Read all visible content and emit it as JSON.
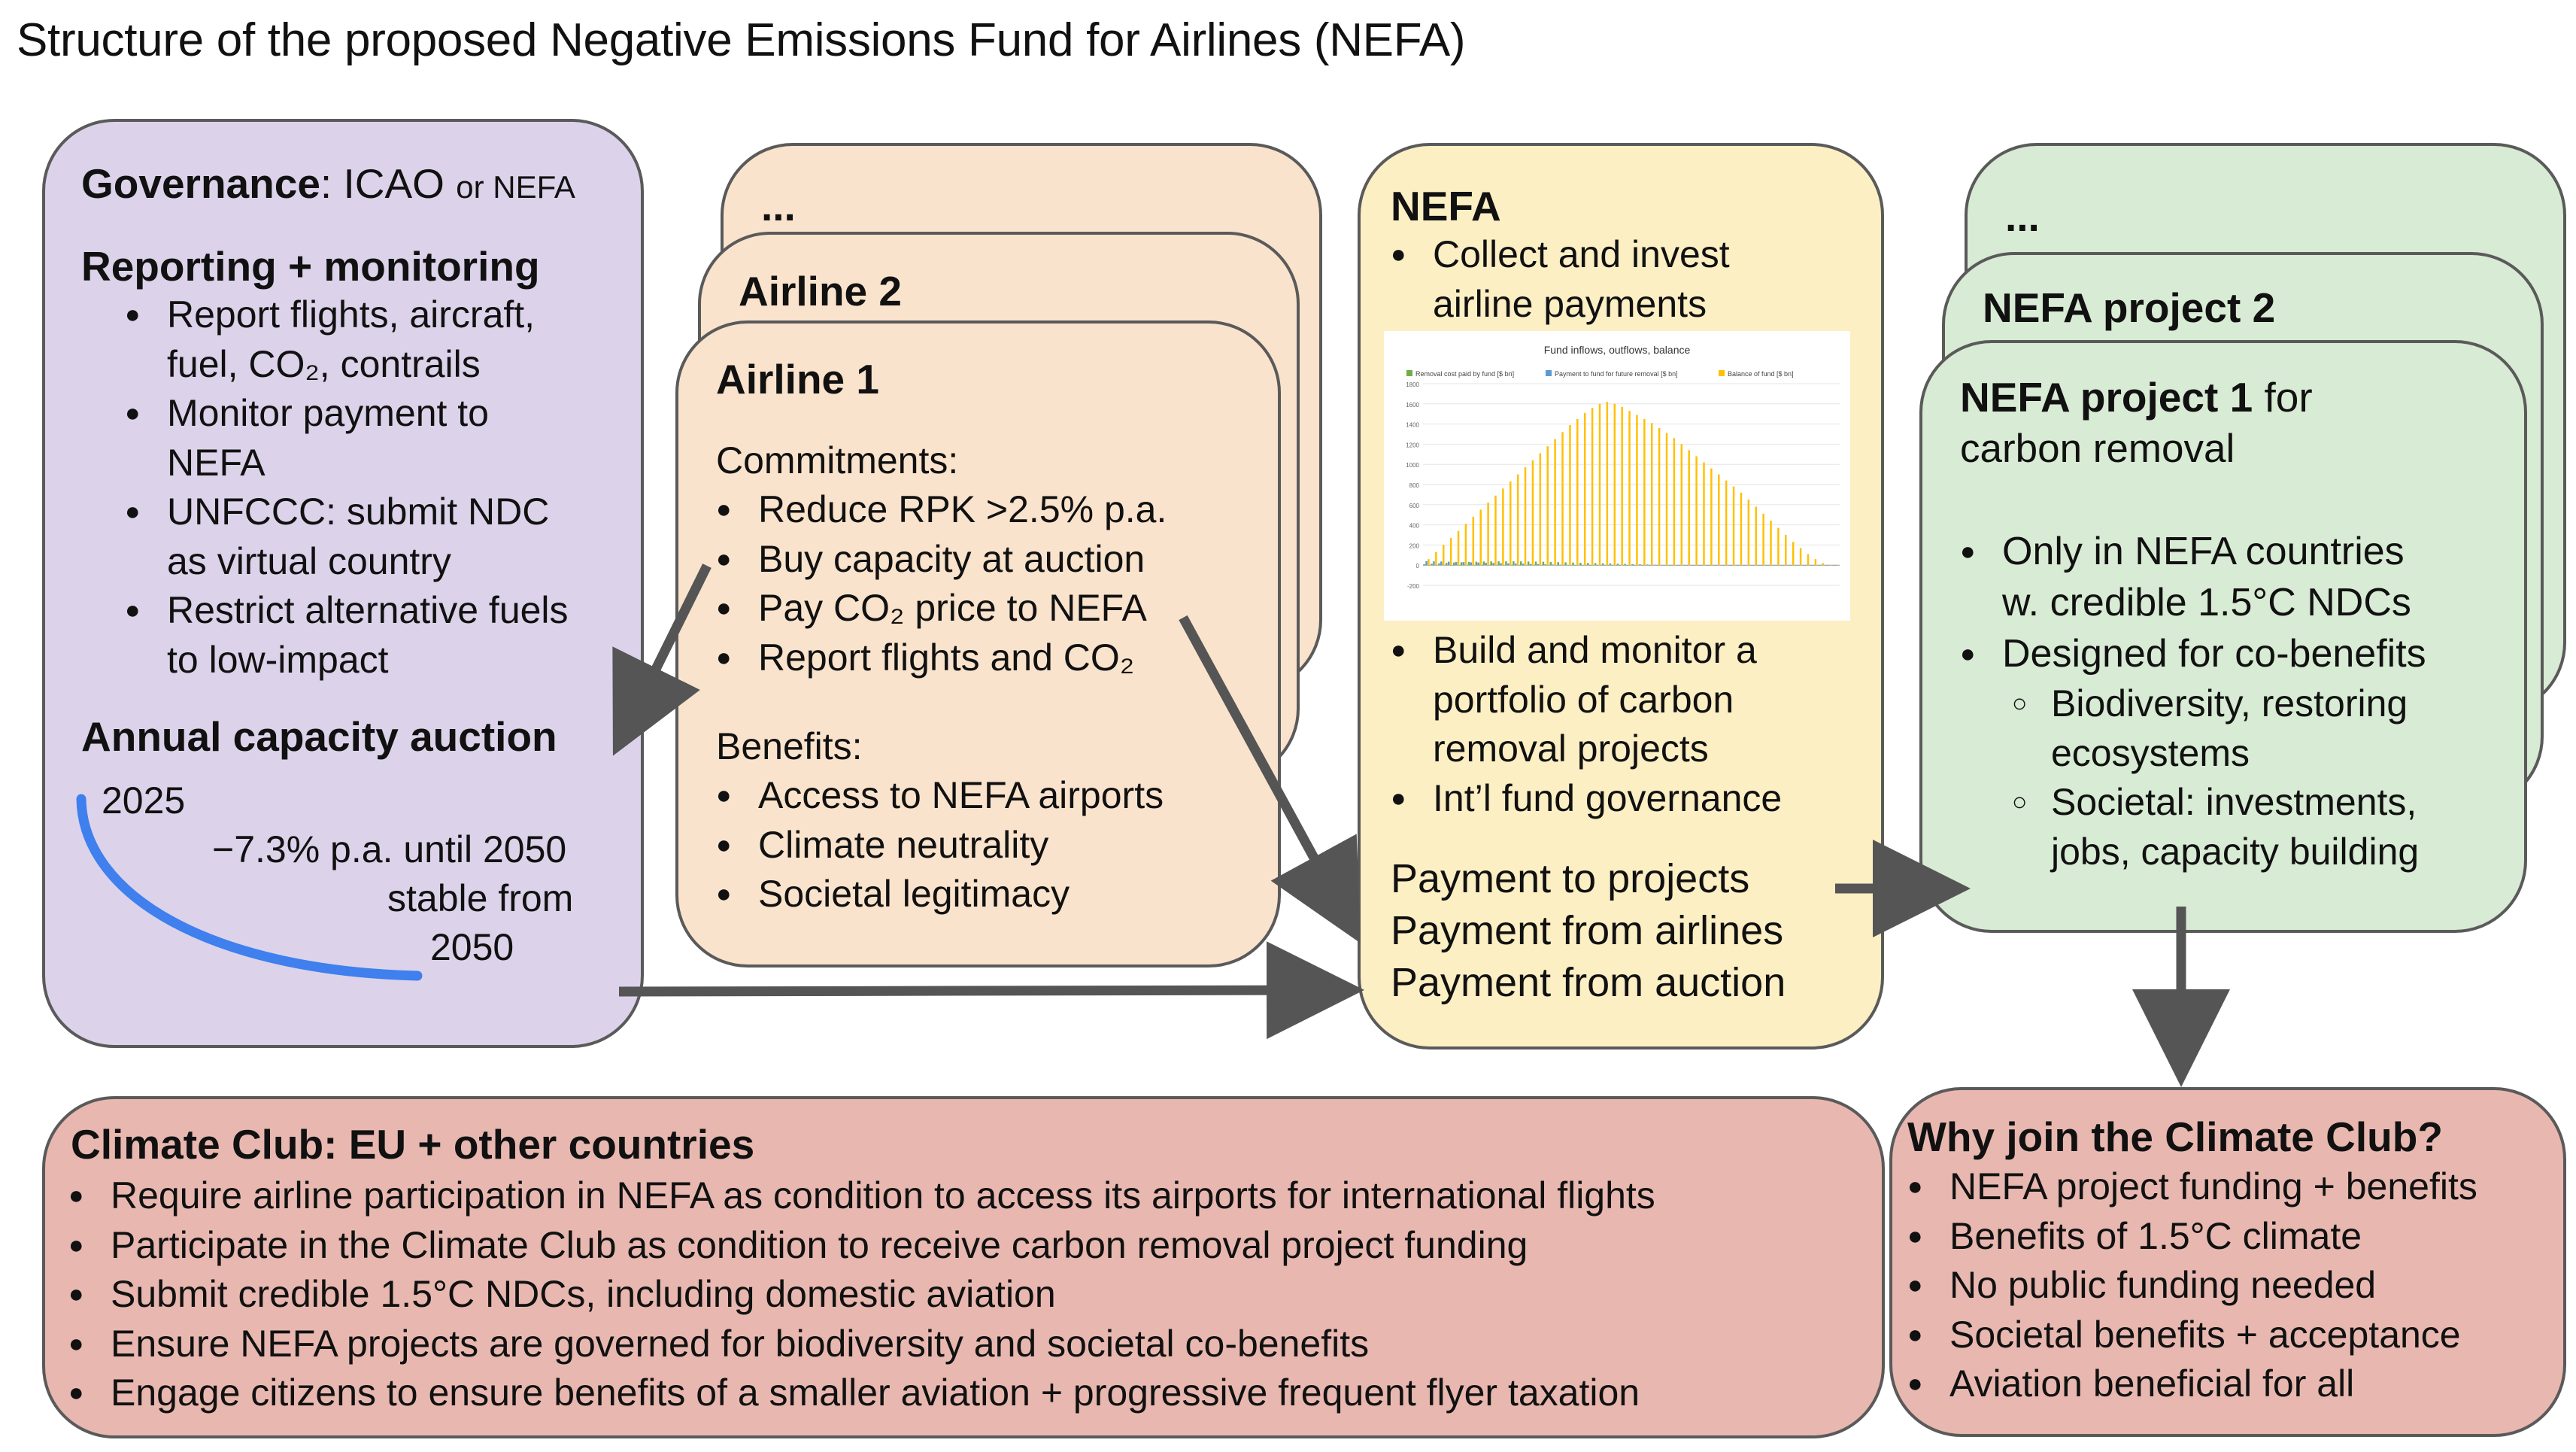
{
  "title": "Structure of the proposed Negative Emissions Fund for Airlines (NEFA)",
  "governance": {
    "heading_bold": "Governance",
    "heading_colon": ": ICAO ",
    "heading_or": "or NEFA",
    "reporting_title": "Reporting + monitoring",
    "items": [
      [
        "Report flights, aircraft,",
        "fuel, CO₂, contrails"
      ],
      [
        "Monitor payment to",
        "NEFA"
      ],
      [
        "UNFCCC: submit NDC",
        "as virtual country"
      ],
      [
        "Restrict alternative fuels",
        "to low-impact"
      ]
    ],
    "auction_title": "Annual capacity auction",
    "curve_start": "2025",
    "curve_rate": "−7.3% p.a. until 2050",
    "curve_stable": "stable from",
    "curve_end": "2050"
  },
  "airlines": {
    "back_title": "...",
    "middle_title": "Airline 2",
    "front_title": "Airline 1",
    "commitments_title": "Commitments:",
    "commitments": [
      "Reduce RPK >2.5% p.a.",
      "Buy capacity at auction",
      "Pay CO₂ price to NEFA",
      "Report flights and CO₂"
    ],
    "benefits_title": "Benefits:",
    "benefits": [
      "Access to NEFA airports",
      "Climate neutrality",
      "Societal legitimacy"
    ]
  },
  "nefa": {
    "title": "NEFA",
    "item1": [
      "Collect and invest",
      "airline payments"
    ],
    "items": [
      [
        "Build and monitor a",
        "portfolio of carbon",
        "removal projects"
      ],
      [
        "Int’l fund governance"
      ]
    ],
    "payments": [
      "Payment to projects",
      "Payment from airlines",
      "Payment from auction"
    ]
  },
  "chart_data": {
    "type": "bar",
    "title": "Fund inflows, outflows, balance",
    "series": [
      {
        "name": "Removal cost paid by fund [$ bn]",
        "color": "#70ad47",
        "values": [
          10,
          14,
          18,
          22,
          26,
          29,
          32,
          34,
          36,
          37,
          38,
          38,
          38,
          37,
          36,
          35,
          34,
          32,
          30,
          28,
          26,
          24,
          22,
          20,
          18,
          16,
          14,
          12,
          10,
          8,
          6,
          4,
          2,
          0,
          0,
          0,
          0,
          0,
          0,
          0,
          0,
          0,
          0,
          0,
          0,
          0,
          0,
          0,
          0,
          0,
          0,
          0,
          0,
          0,
          0,
          0
        ]
      },
      {
        "name": "Payment to fund for future removal [$ bn]",
        "color": "#5b9bd5",
        "values": [
          40,
          38,
          36,
          34,
          32,
          30,
          28,
          26,
          24,
          22,
          20,
          18,
          16,
          14,
          12,
          10,
          8,
          6,
          4,
          2,
          0,
          0,
          0,
          0,
          0,
          0,
          0,
          0,
          0,
          0,
          0,
          0,
          0,
          0,
          0,
          0,
          0,
          0,
          0,
          0,
          0,
          0,
          0,
          0,
          0,
          0,
          0,
          0,
          0,
          0,
          0,
          0,
          0,
          0,
          0,
          0
        ]
      },
      {
        "name": "Balance of fund [$ bn]",
        "color": "#ffc000",
        "values": [
          60,
          130,
          200,
          270,
          340,
          410,
          480,
          550,
          620,
          690,
          760,
          830,
          900,
          970,
          1040,
          1110,
          1180,
          1250,
          1320,
          1390,
          1450,
          1510,
          1560,
          1600,
          1620,
          1600,
          1570,
          1530,
          1490,
          1450,
          1410,
          1360,
          1310,
          1260,
          1200,
          1140,
          1080,
          1020,
          960,
          900,
          840,
          780,
          720,
          650,
          580,
          510,
          440,
          370,
          300,
          230,
          170,
          110,
          60,
          20,
          0,
          0
        ]
      }
    ],
    "ylim": [
      -200,
      1800
    ],
    "yticks": [
      "1800",
      "1600",
      "1400",
      "1200",
      "1000",
      "800",
      "600",
      "400",
      "200",
      "0",
      "-200"
    ]
  },
  "projects": {
    "back_title": "...",
    "middle_title": "NEFA project 2",
    "front_title_bold": "NEFA project 1",
    "front_title_rest": " for",
    "front_title_line2": "carbon removal",
    "items": [
      [
        "Only in NEFA countries",
        "w. credible 1.5°C NDCs"
      ],
      [
        "Designed for co-benefits"
      ]
    ],
    "subitems": [
      [
        "Biodiversity, restoring",
        "ecosystems"
      ],
      [
        "Societal: investments,",
        "jobs, capacity building"
      ]
    ]
  },
  "climate_club": {
    "title": "Climate Club: EU + other countries",
    "items": [
      "Require airline participation in NEFA as condition to access its airports for international flights",
      "Participate in the Climate Club as condition to receive carbon removal project funding",
      "Submit credible 1.5°C NDCs, including domestic aviation",
      "Ensure NEFA projects are governed for biodiversity and societal co-benefits",
      "Engage citizens to ensure benefits of a smaller aviation + progressive frequent flyer taxation"
    ]
  },
  "why_join": {
    "title": "Why join the Climate Club?",
    "items": [
      "NEFA project funding + benefits",
      "Benefits of 1.5°C climate",
      "No public funding needed",
      "Societal benefits + acceptance",
      "Aviation beneficial for all"
    ]
  }
}
